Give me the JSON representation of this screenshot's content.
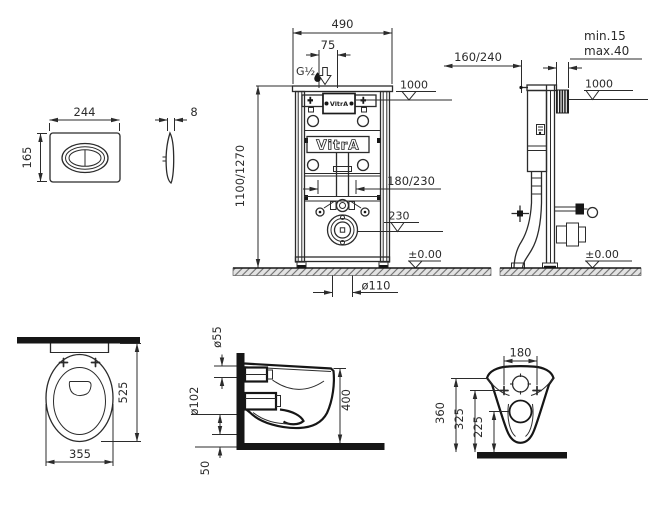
{
  "drawing": {
    "brand": "VitrA",
    "colors": {
      "line": "#2b2b2b",
      "wall_fill": "#161616",
      "background": "#ffffff"
    },
    "flush_plate_front": {
      "width": "244",
      "height": "165"
    },
    "flush_plate_side": {
      "thickness": "8"
    },
    "frame_front": {
      "width": "490",
      "inlet_offset": "75",
      "inlet_thread": "G½",
      "height": "1100/1270",
      "seat_level": "1000",
      "fixing_range": "180/230",
      "outlet_level": "230",
      "floor_level": "±0.00",
      "outlet_pipe": "ø110",
      "unit_label": "VitrA",
      "logo": "VitrA"
    },
    "frame_side": {
      "depth_range": "160/240",
      "plate_depth_min": "min.15",
      "plate_depth_max": "max.40",
      "seat_level": "1000",
      "floor_level": "±0.00"
    },
    "pan_top": {
      "depth": "525",
      "width": "355"
    },
    "pan_side": {
      "inlet_diameter": "ø55",
      "outlet_diameter": "ø102",
      "rim_height": "400",
      "bottom_clearance": "50"
    },
    "pan_rear": {
      "fixing_hole_spacing": "180",
      "overall_height": "360",
      "outlet_axis_height": "325",
      "outlet_bottom_height": "225"
    }
  }
}
